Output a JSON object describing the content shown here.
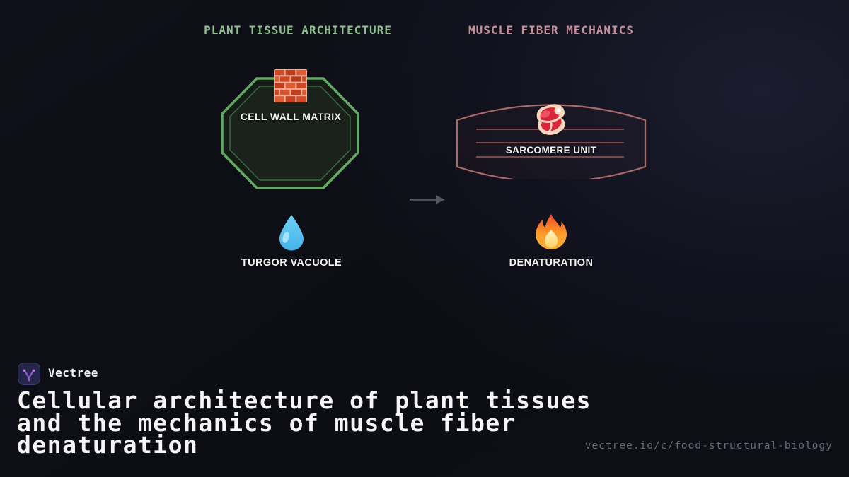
{
  "sections": {
    "plant": {
      "header": "PLANT TISSUE ARCHITECTURE",
      "node_label": "CELL WALL MATRIX",
      "node_icon": "brick-wall-icon",
      "detail_icon": "water-droplet-icon",
      "detail_label": "TURGOR VACUOLE"
    },
    "muscle": {
      "header": "MUSCLE FIBER MECHANICS",
      "node_label": "SARCOMERE UNIT",
      "node_icon": "steak-icon",
      "detail_icon": "fire-icon",
      "detail_label": "DENATURATION"
    }
  },
  "connector": {
    "type": "right-arrow"
  },
  "footer": {
    "brand": "Vectree",
    "title_lines": [
      "Cellular architecture of plant tissues",
      "and the mechanics of muscle fiber",
      "denaturation"
    ],
    "url": "vectree.io/c/food-structural-biology"
  },
  "colors": {
    "background": "#0e0e15",
    "plant_header": "#8fc08f",
    "plant_border": "#62a862",
    "plant_inner_border": "#3e6d45",
    "muscle_header": "#c5909a",
    "muscle_border": "#aa6a6a",
    "muscle_striation": "#7c4848",
    "arrow_gray": "#56565e",
    "brand_purple": "#8a5fd0",
    "brand_dot_pink": "#d06ae8",
    "title_white": "#f5f5f7",
    "url_gray": "#6a6a74"
  }
}
